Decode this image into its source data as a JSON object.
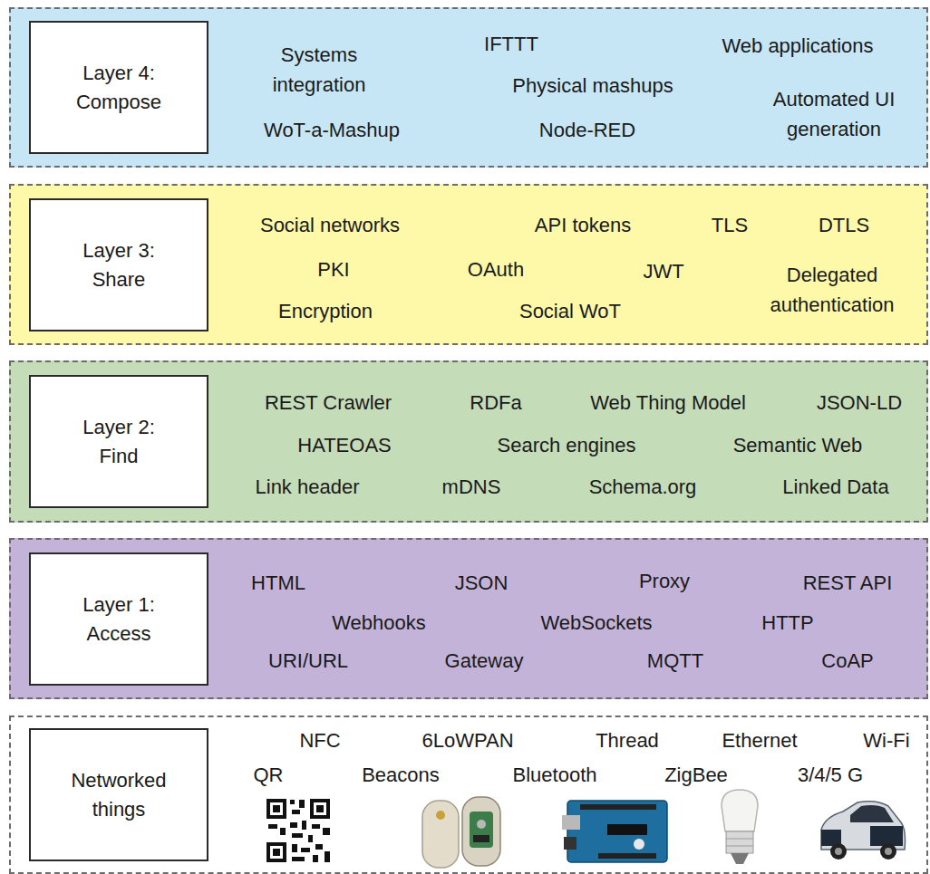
{
  "diagram": {
    "nodes": [
      {
        "text": [
          "Systems integration",
          "IFTTT",
          "Web applications",
          "Physical mashups",
          "Automated UI generation",
          "WoT-a-Mashup",
          "Node-RED"
        ]
      },
      {
        "text": [
          "Layer 4: Compose"
        ],
        "in": 0
      },
      {
        "text": [
          "Social networks",
          "API tokens",
          "TLS",
          "DTLS",
          "PKI",
          "OAuth",
          "JWT",
          "Delegated authentication",
          "Encryption",
          "Social WoT"
        ]
      },
      {
        "text": [
          "Layer 3: Share"
        ],
        "in": 2
      },
      {
        "text": [
          "REST Crawler",
          "RDFa",
          "Web Thing Model",
          "JSON-LD",
          "HATEOAS",
          "Search engines",
          "Semantic Web",
          "Link header",
          "mDNS",
          "Schema.org",
          "Linked Data"
        ]
      },
      {
        "text": [
          "Layer 2: Find"
        ],
        "in": 4
      },
      {
        "text": [
          "HTML",
          "JSON",
          "Proxy",
          "REST API",
          "Webhooks",
          "WebSockets",
          "HTTP",
          "URI/URL",
          "Gateway",
          "MQTT",
          "CoAP"
        ]
      },
      {
        "text": [
          "Layer 1: Access"
        ],
        "in": 6
      },
      {
        "text": [
          "NFC",
          "6LoWPAN",
          "Thread",
          "Ethernet",
          "Wi-Fi",
          "QR",
          "Beacons",
          "Bluetooth",
          "ZigBee",
          "3/4/5 G"
        ]
      },
      {
        "text": [
          "Networked things"
        ],
        "in": 8
      }
    ]
  }
}
